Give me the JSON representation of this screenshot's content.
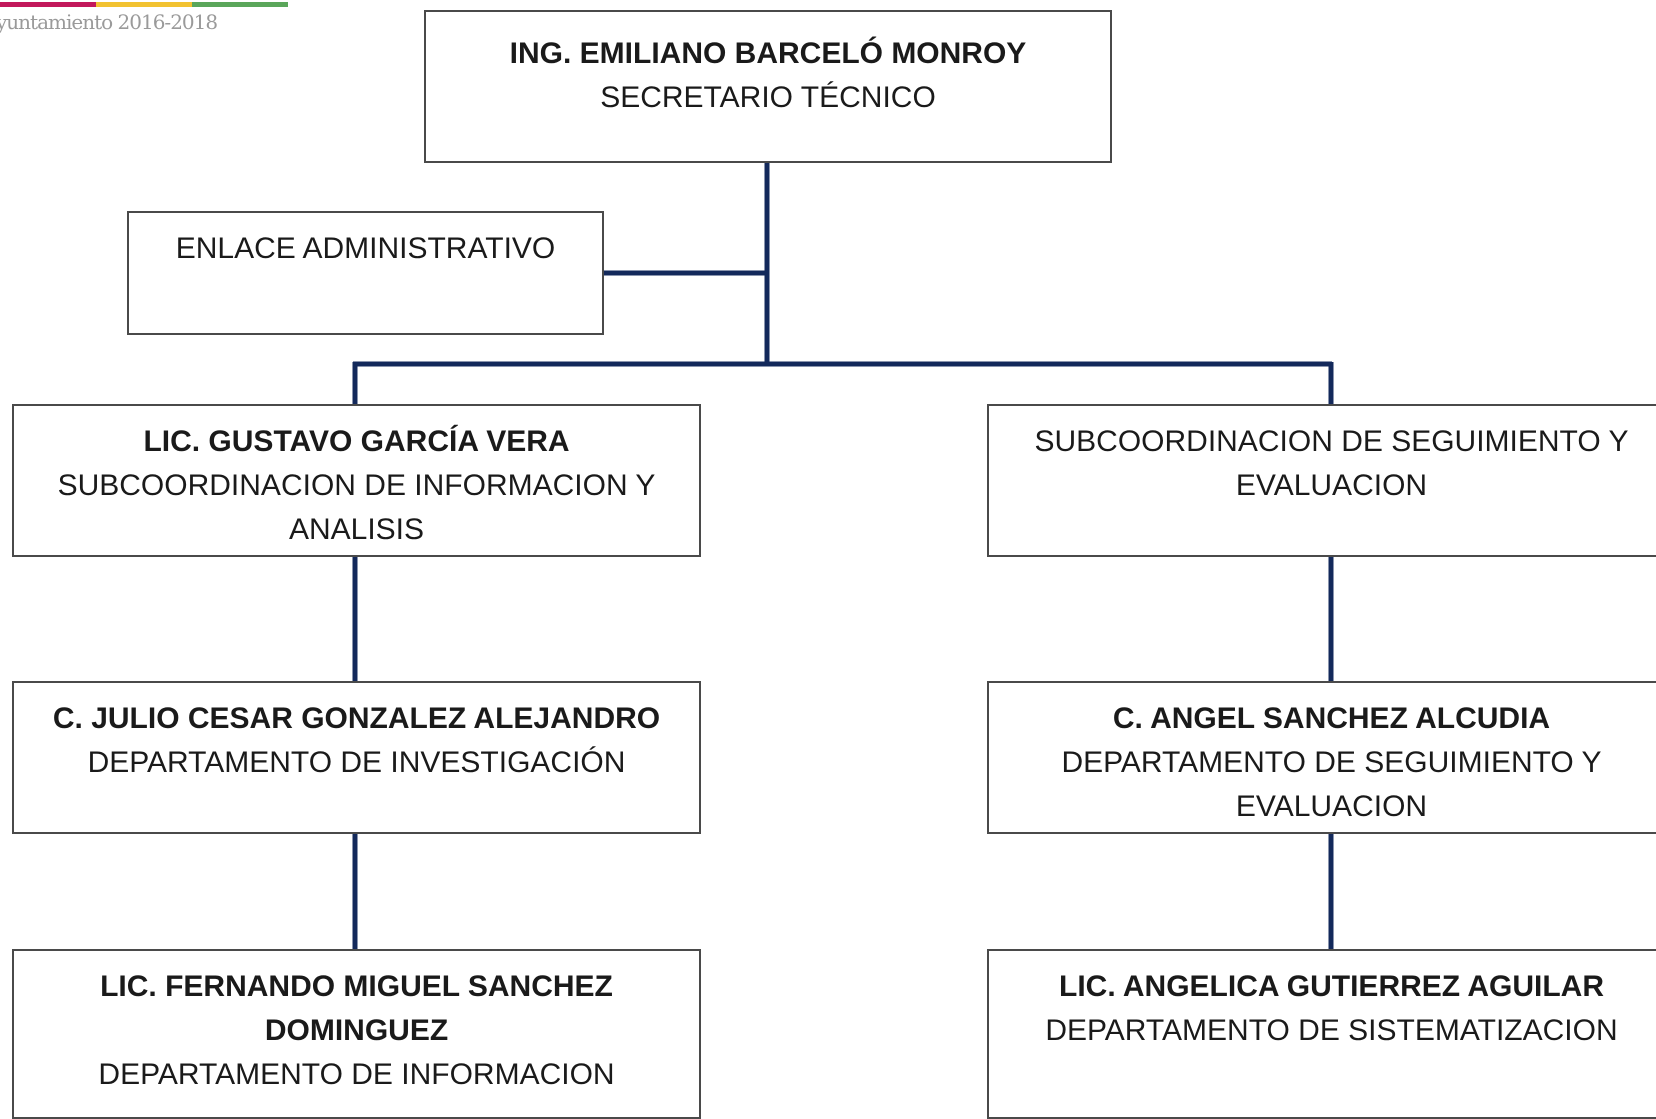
{
  "logo": {
    "text": "yuntamiento 2016-2018",
    "stripe_colors": [
      "#c2185b",
      "#f2c230",
      "#5aa65a"
    ]
  },
  "line_color": "#13295b",
  "org": {
    "root": {
      "name": "ING. EMILIANO BARCELÓ MONROY",
      "role": "SECRETARIO TÉCNICO"
    },
    "admin": {
      "role": "ENLACE ADMINISTRATIVO"
    },
    "sub_a": {
      "name": "LIC. GUSTAVO GARCÍA VERA",
      "role": "SUBCOORDINACION DE INFORMACION Y ANALISIS"
    },
    "sub_b": {
      "role": "SUBCOORDINACION DE SEGUIMIENTO Y EVALUACION"
    },
    "dep_a1": {
      "name": "C. JULIO CESAR GONZALEZ ALEJANDRO",
      "role": "DEPARTAMENTO DE INVESTIGACIÓN"
    },
    "dep_b1": {
      "name": "C. ANGEL SANCHEZ ALCUDIA",
      "role": "DEPARTAMENTO DE SEGUIMIENTO Y EVALUACION"
    },
    "dep_a2": {
      "name": "LIC. FERNANDO MIGUEL SANCHEZ DOMINGUEZ",
      "role": "DEPARTAMENTO DE INFORMACION"
    },
    "dep_b2": {
      "name": "LIC. ANGELICA GUTIERREZ AGUILAR",
      "role": "DEPARTAMENTO DE SISTEMATIZACION"
    }
  }
}
